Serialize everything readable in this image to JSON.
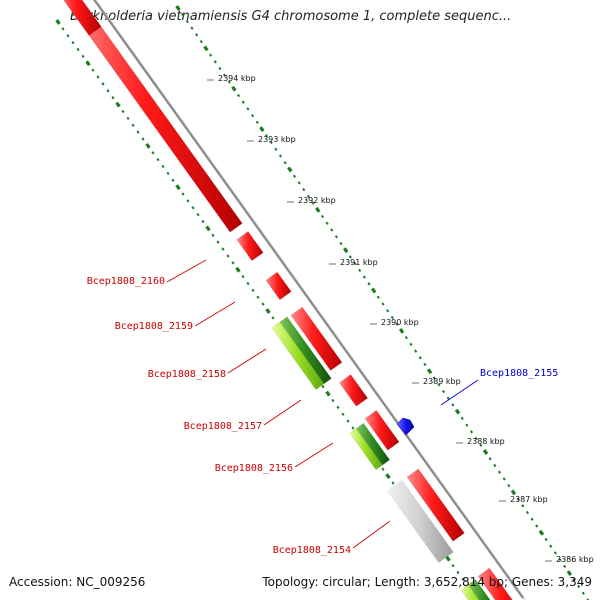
{
  "title": "Burkholderia vietnamiensis G4 chromosome 1, complete sequenc...",
  "footer": {
    "accession": "Accession: NC_009256",
    "summary": "Topology: circular; Length: 3,652,814 bp; Genes: 3,349"
  },
  "scale_ticks": [
    {
      "label": "2394 kbp"
    },
    {
      "label": "2393 kbp"
    },
    {
      "label": "2392 kbp"
    },
    {
      "label": "2391 kbp"
    },
    {
      "label": "2390 kbp"
    },
    {
      "label": "2389 kbp"
    },
    {
      "label": "2388 kbp"
    },
    {
      "label": "2387 kbp"
    },
    {
      "label": "2386 kbp"
    }
  ],
  "gene_labels": [
    {
      "text": "Bcep1808_2160",
      "color": "#cc0000"
    },
    {
      "text": "Bcep1808_2159",
      "color": "#cc0000"
    },
    {
      "text": "Bcep1808_2158",
      "color": "#cc0000"
    },
    {
      "text": "Bcep1808_2157",
      "color": "#cc0000"
    },
    {
      "text": "Bcep1808_2156",
      "color": "#cc0000"
    },
    {
      "text": "Bcep1808_2154",
      "color": "#cc0000"
    },
    {
      "text": "Bcep1808_2155",
      "color": "#0000cc"
    }
  ],
  "colors": {
    "cds_forward": "#ee1111",
    "cds_reverse": "#1a1aee",
    "rna_light": "#99dd22",
    "rna_dark": "#2e8b1e",
    "pseudo": "#c8c8c8",
    "backbone": "#8a8a8a",
    "gc_dots": "#1e7a1e"
  }
}
